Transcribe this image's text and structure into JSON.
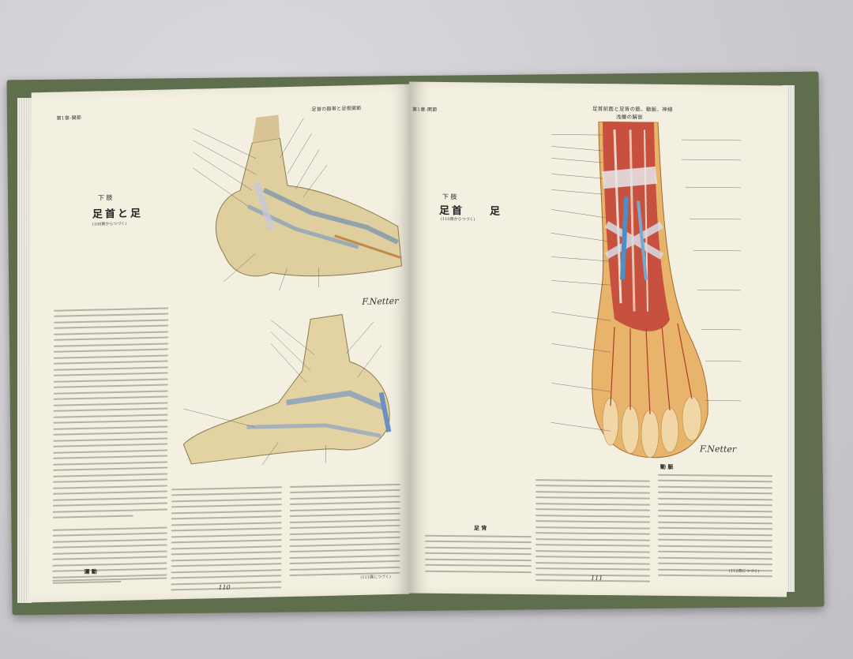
{
  "left_page": {
    "header_left": "第1章-関節",
    "header_right": "足首の靱帯と足根関節",
    "section_label": "下 肢",
    "section_title": "足首と足",
    "section_sub": "(108頁からつづく)",
    "heading_motion": "運 動",
    "page_number": "110",
    "continued": "(111頁につづく)",
    "signature": "F.Netter"
  },
  "right_page": {
    "header_left": "第1章-関節",
    "header_title": "足首前面と足背の筋、動脈、神経",
    "header_sub": "浅層の解剖",
    "section_label": "下 肢",
    "section_title": "足首　　足",
    "section_sub": "(110頁からつづく)",
    "heading_foot": "足 背",
    "heading_artery": "動 脈",
    "page_number": "111",
    "continued": "(112頁につづく)",
    "signature": "F.Netter"
  }
}
